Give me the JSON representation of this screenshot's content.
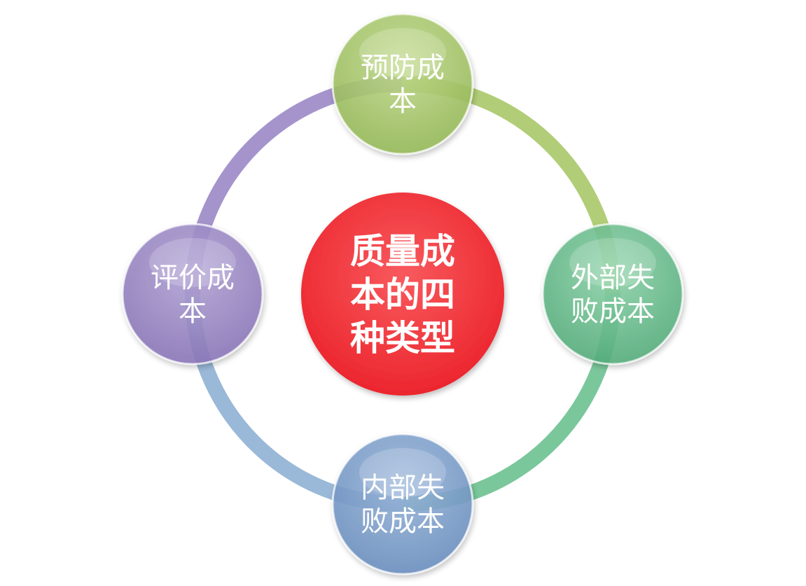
{
  "diagram": {
    "center": {
      "lines": [
        "质量成",
        "本的四",
        "种类型"
      ],
      "color": "#f4333b"
    },
    "nodes": [
      {
        "id": "prevention",
        "lines": [
          "预防成",
          "本"
        ],
        "color": "#a9c868"
      },
      {
        "id": "external-failure",
        "lines": [
          "外部失",
          "败成本"
        ],
        "color": "#6cc190"
      },
      {
        "id": "internal-failure",
        "lines": [
          "内部失",
          "败成本"
        ],
        "color": "#7b9fcb"
      },
      {
        "id": "appraisal",
        "lines": [
          "评价成",
          "本"
        ],
        "color": "#9b88c6"
      }
    ],
    "ring_segments": [
      {
        "from": "prevention",
        "to": "external-failure",
        "color": "#a9c868"
      },
      {
        "from": "external-failure",
        "to": "internal-failure",
        "color": "#6cc190"
      },
      {
        "from": "internal-failure",
        "to": "appraisal",
        "color": "#8fb0d3"
      },
      {
        "from": "appraisal",
        "to": "prevention",
        "color": "#9b88c6"
      }
    ]
  }
}
